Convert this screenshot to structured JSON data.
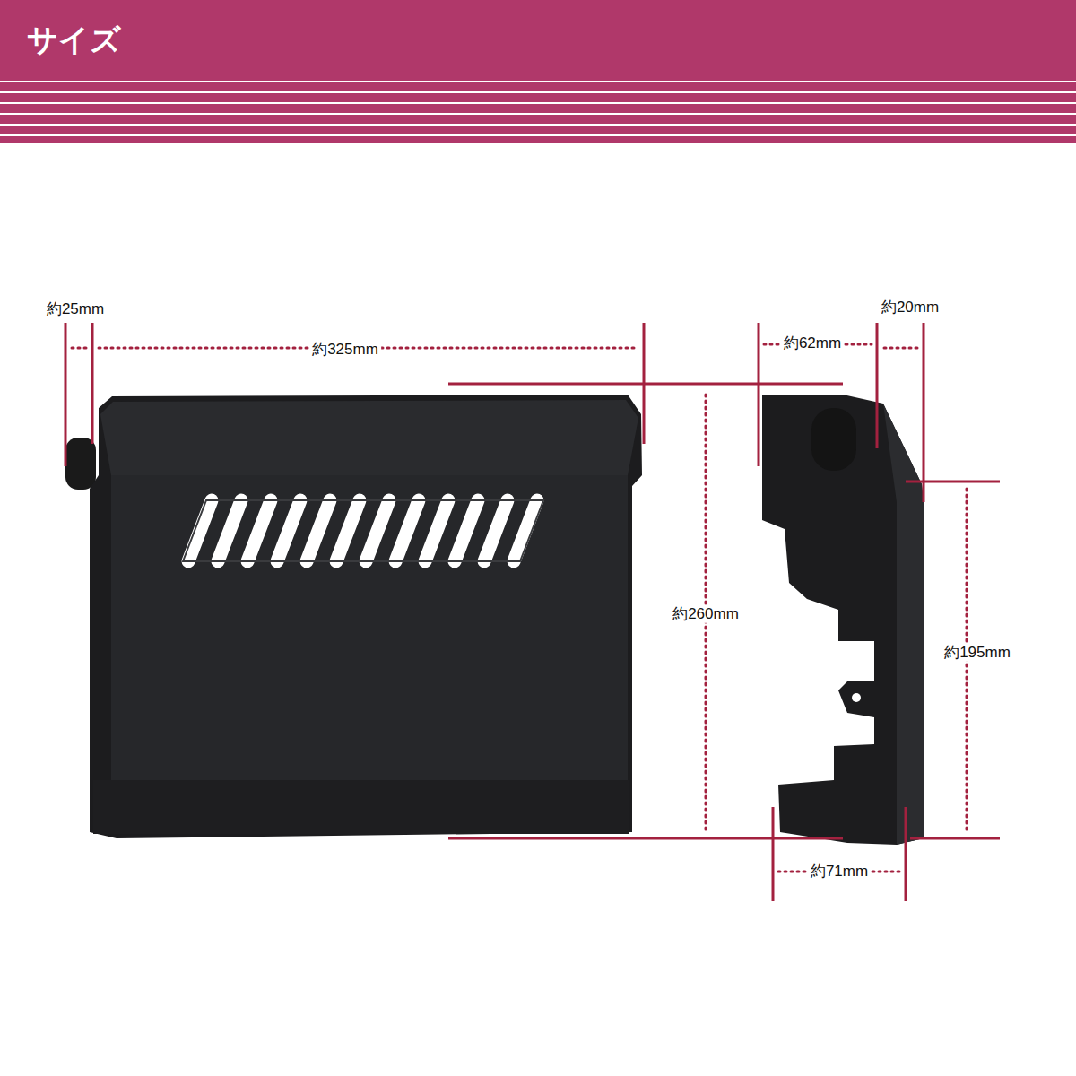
{
  "diagram": {
    "title": "サイズ",
    "labels": [
      "約25mm",
      "約325mm",
      "約62mm",
      "約20mm",
      "約260mm",
      "約195mm",
      "約71mm"
    ]
  }
}
